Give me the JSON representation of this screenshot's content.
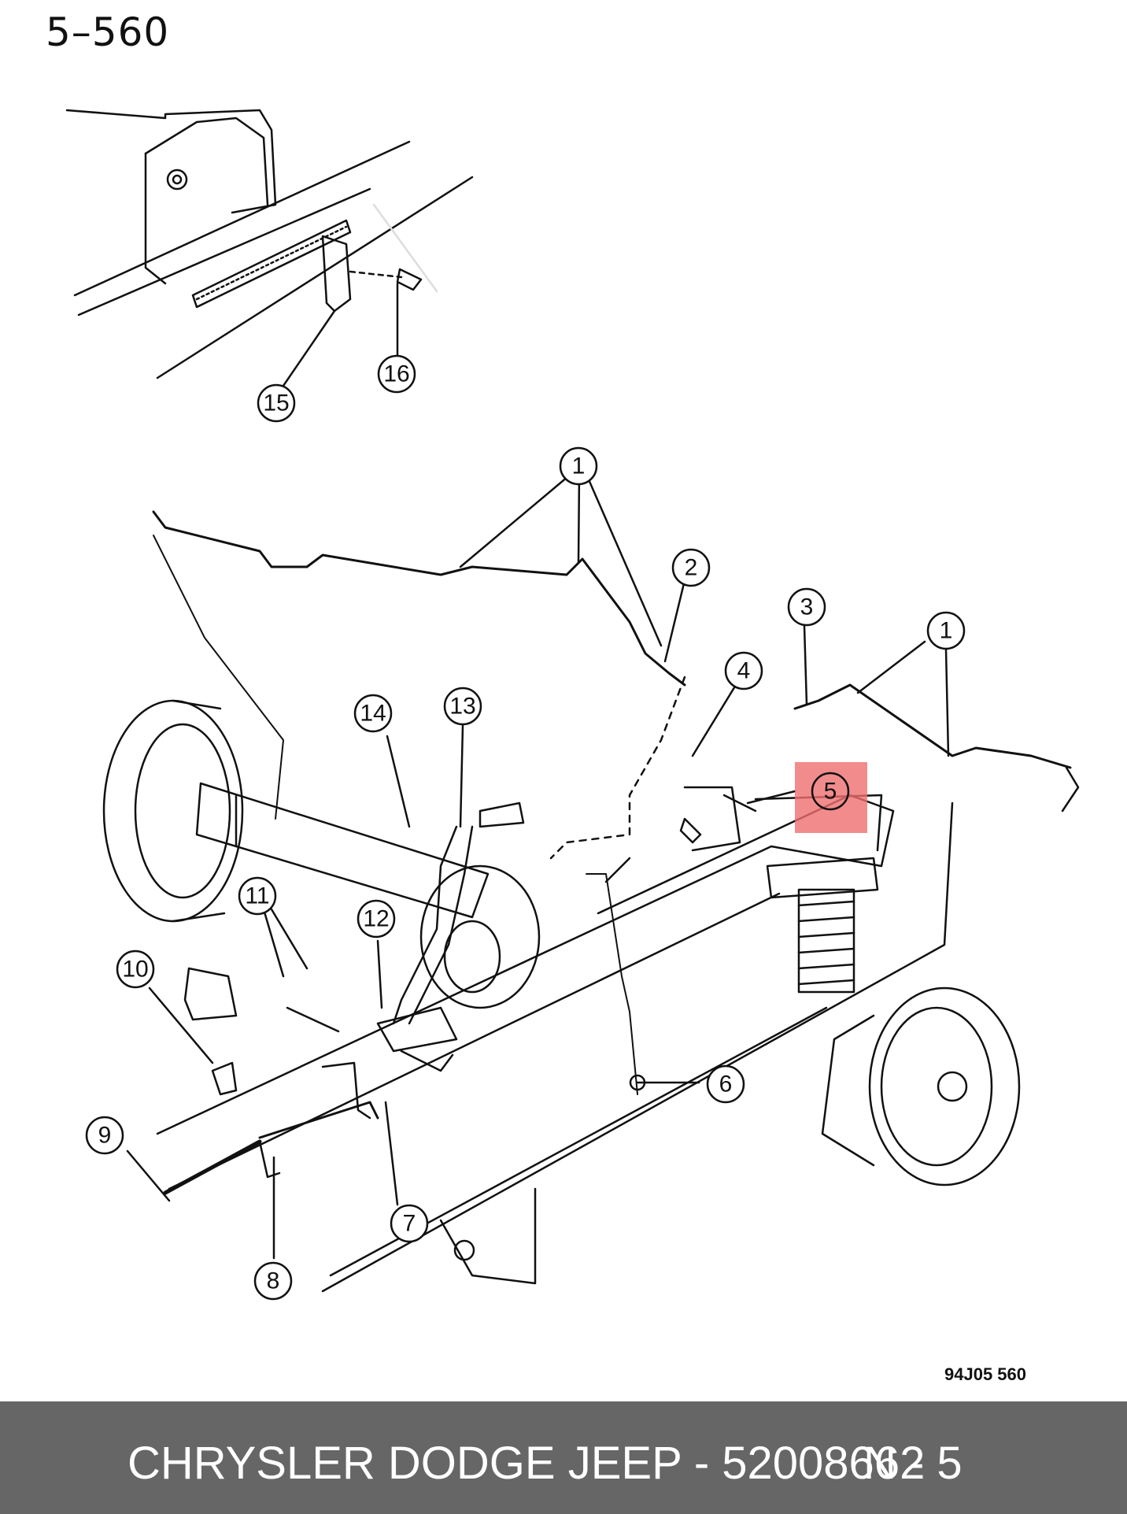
{
  "page_code": "5–560",
  "figure_code": "94J05  560",
  "highlight_color": "#ef6f6f",
  "footer": {
    "text": "CHRYSLER DODGE JEEP - 52008662",
    "page": "N - 5"
  },
  "callouts": {
    "c1a": "1",
    "c1b": "1",
    "c2": "2",
    "c3": "3",
    "c4": "4",
    "c5": "5",
    "c6": "6",
    "c7": "7",
    "c8": "8",
    "c9": "9",
    "c10": "10",
    "c11": "11",
    "c12": "12",
    "c13": "13",
    "c14": "14",
    "c15": "15",
    "c16": "16"
  }
}
